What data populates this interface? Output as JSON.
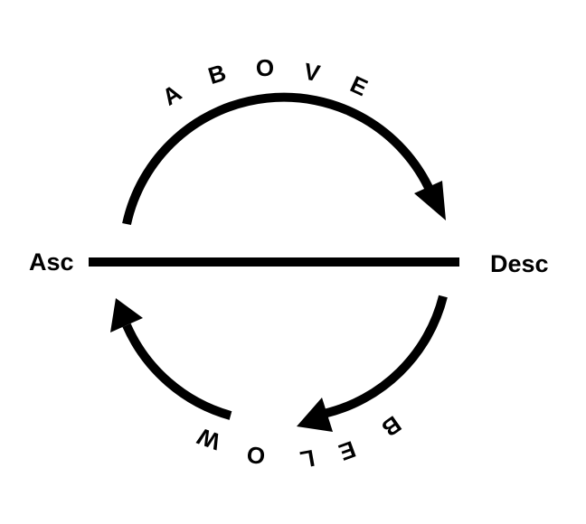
{
  "labels": {
    "left": "Asc",
    "right": "Desc"
  },
  "top_word": [
    "A",
    "B",
    "O",
    "V",
    "E"
  ],
  "bottom_word": [
    "B",
    "E",
    "L",
    "O",
    "W"
  ],
  "colors": {
    "ink": "#000000",
    "background": "#ffffff"
  }
}
